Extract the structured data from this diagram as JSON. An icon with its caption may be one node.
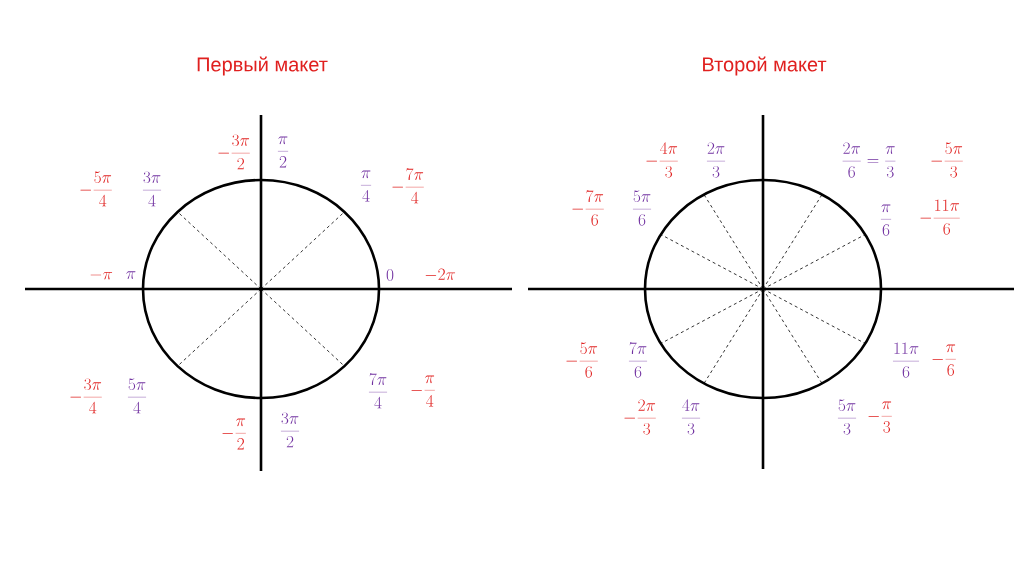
{
  "diagram": {
    "labels": [
      "Первый макет",
      "-\\frac{3\\pi}{2}",
      "\\frac{\\pi}{2}",
      "-\\frac{5\\pi}{4}",
      "\\frac{3\\pi}{4}",
      "\\frac{\\pi}{4}",
      "-\\frac{7\\pi}{4}",
      "-\\pi",
      "\\pi",
      "0",
      "-2\\pi",
      "-\\frac{3\\pi}{4}",
      "\\frac{5\\pi}{4}",
      "\\frac{7\\pi}{4}",
      "-\\frac{\\pi}{4}",
      "-\\frac{\\pi}{2}",
      "\\frac{3\\pi}{2}",
      "Второй макет",
      "-\\frac{4\\pi}{3}",
      "\\frac{2\\pi}{3}",
      "-\\frac{7\\pi}{6}",
      "\\frac{5\\pi}{6}",
      "\\frac{2\\pi}{6}=\\frac{\\pi}{3}",
      "-\\frac{5\\pi}{3}",
      "\\frac{\\pi}{6}",
      "-\\frac{11\\pi}{6}",
      "-\\frac{5\\pi}{6}",
      "\\frac{7\\pi}{6}",
      "\\frac{11\\pi}{6}",
      "-\\frac{\\pi}{6}",
      "-\\frac{2\\pi}{3}",
      "\\frac{4\\pi}{3}",
      "\\frac{5\\pi}{3}",
      "-\\frac{\\pi}{3}"
    ]
  }
}
